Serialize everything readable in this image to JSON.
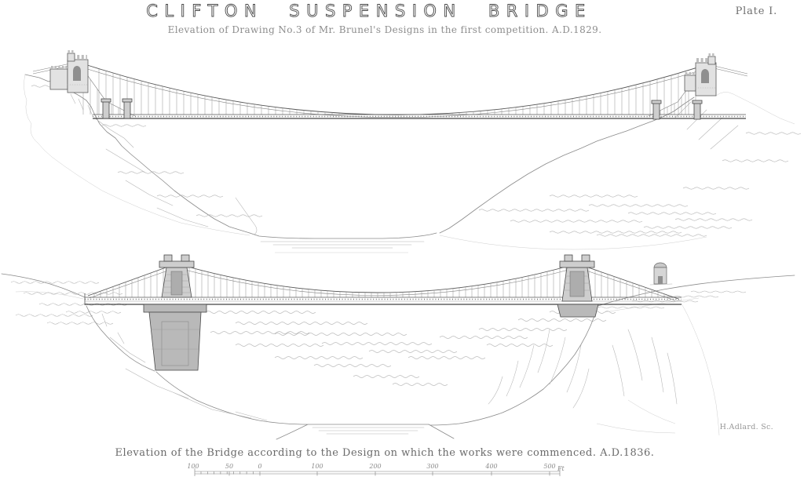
{
  "plate": {
    "title": "CLIFTON SUSPENSION BRIDGE",
    "subtitle": "Elevation of Drawing No.3 of Mr. Brunel's Designs in the first competition. A.D.1829.",
    "plate_label": "Plate I.",
    "caption_1836": "Elevation of the Bridge according to the Design on which the works were commenced. A.D.1836.",
    "engraver": "H.Adlard. Sc."
  },
  "scale_bar": {
    "labels": [
      "100",
      "50",
      "0",
      "100",
      "200",
      "300",
      "400",
      "500"
    ],
    "unit": "Ft"
  },
  "colors": {
    "paper": "#ffffff",
    "ink": "#4a4a4a",
    "light_ink": "#8d8d8d"
  }
}
